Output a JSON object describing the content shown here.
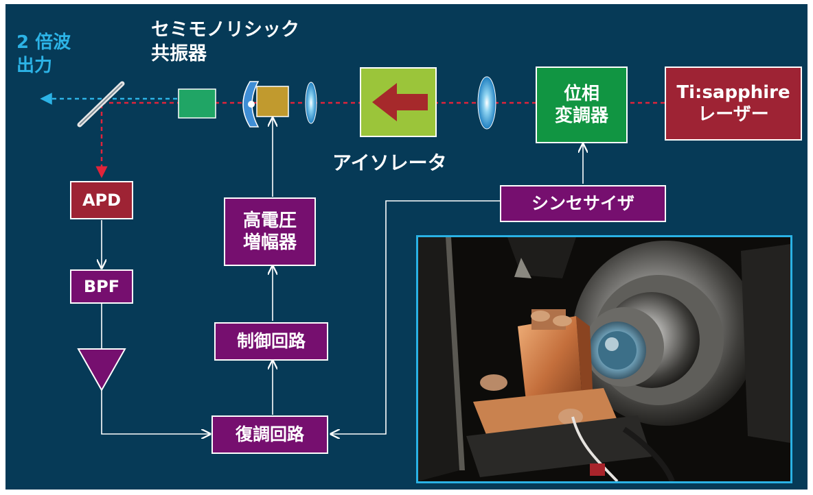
{
  "labels": {
    "shg_output": [
      "2 倍波",
      "出力"
    ],
    "semi_monolithic": [
      "セミモノリシック",
      "共振器"
    ],
    "isolator": "アイソレータ"
  },
  "boxes": {
    "laser": [
      "Ti:sapphire",
      "レーザー"
    ],
    "phase_modulator": [
      "位相",
      "変調器"
    ],
    "synthesizer": "シンセサイザ",
    "apd": "APD",
    "bpf": "BPF",
    "hv_amp": [
      "高電圧",
      "増幅器"
    ],
    "control": "制御回路",
    "demod": "復調回路"
  },
  "colors": {
    "background": "#063a57",
    "box_purple": "#760f6f",
    "box_red": "#9e2334",
    "box_green": "#119542",
    "isolator_fill": "#9bc53a",
    "isolator_arrow": "#a6292b",
    "beam_red": "#e0243a",
    "beam_output": "#2cb3e6",
    "photo_border": "#2ab2e5"
  }
}
